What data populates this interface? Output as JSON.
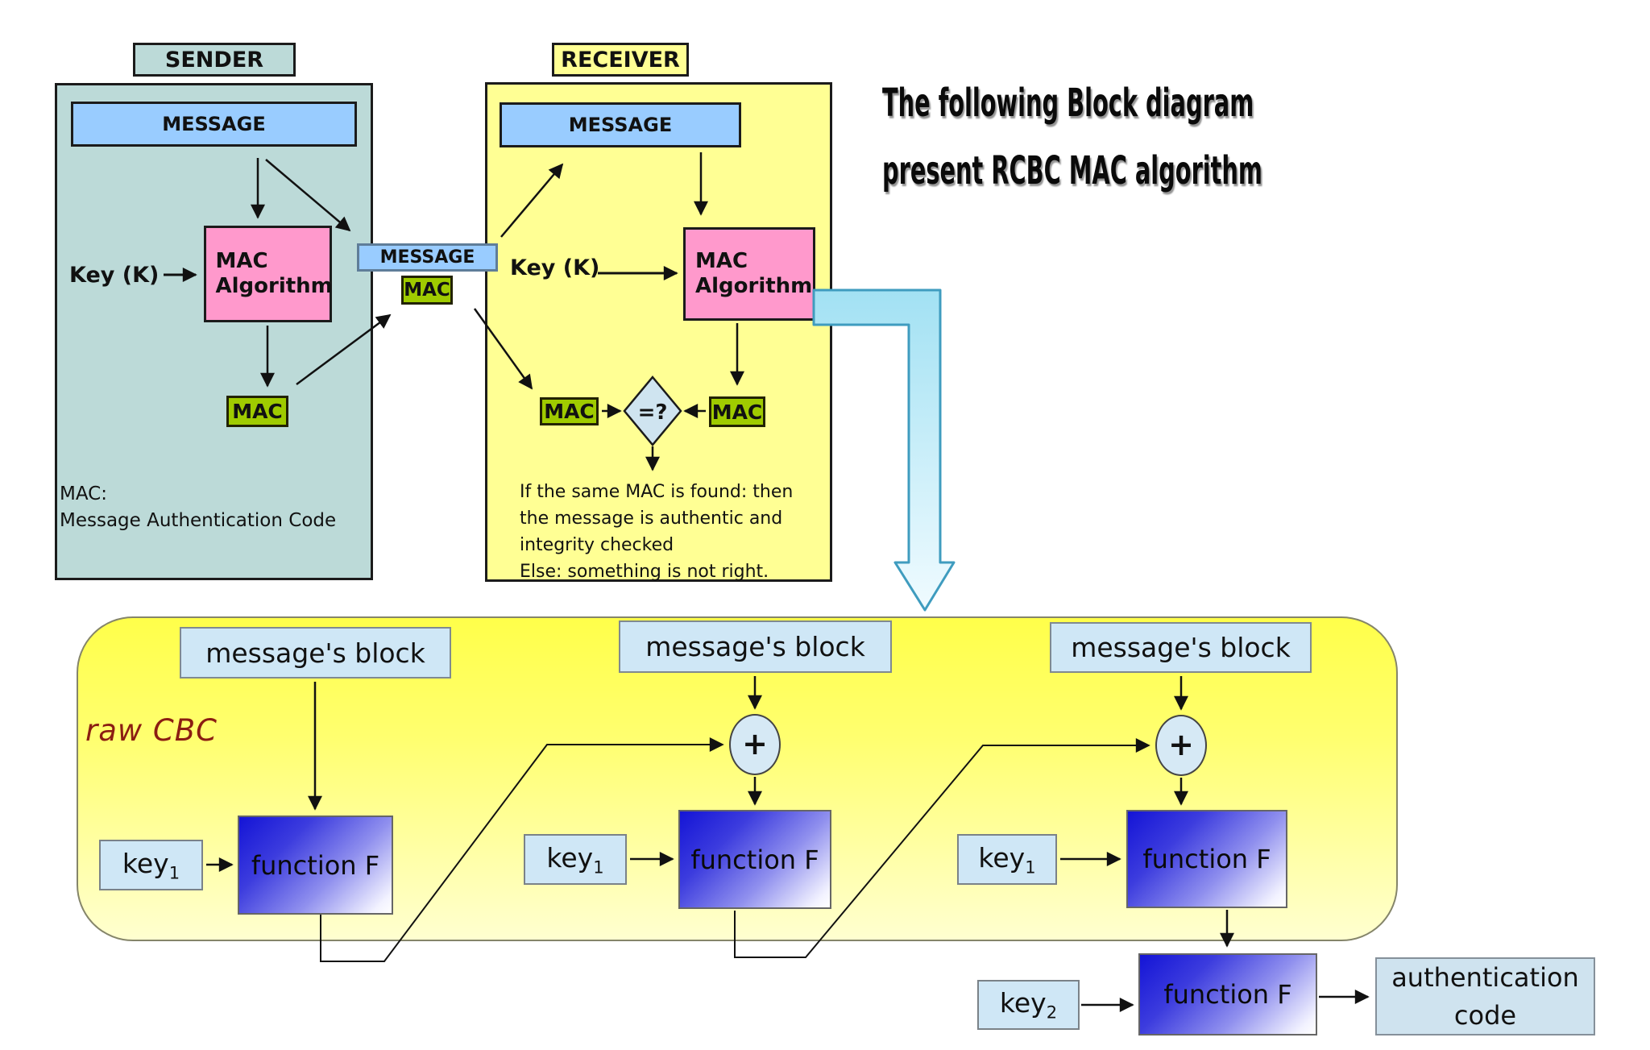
{
  "title": {
    "line1": "The following Block diagram",
    "line2": "present RCBC MAC algorithm"
  },
  "sender": {
    "label": "SENDER",
    "message": "MESSAGE",
    "key_label": "Key (K)",
    "mac_algorithm": "MAC Algorithm",
    "mac": "MAC",
    "note_line1": "MAC:",
    "note_line2": "Message Authentication Code"
  },
  "channel": {
    "message": "MESSAGE",
    "mac": "MAC"
  },
  "receiver": {
    "label": "RECEIVER",
    "message": "MESSAGE",
    "key_label": "Key (K)",
    "mac_algorithm": "MAC Algorithm",
    "mac_received": "MAC",
    "mac_computed": "MAC",
    "compare": "=?",
    "result_lines": [
      "If the same MAC is found: then",
      "the message is authentic and",
      "integrity checked",
      "Else: something is not right."
    ]
  },
  "cbc": {
    "label": "raw CBC",
    "block1": "message's block",
    "block2": "message's block",
    "block3": "message's block",
    "xor": "+",
    "key_base": "key",
    "key1_sub": "1",
    "key2_sub": "1",
    "key3_sub": "1",
    "key4_sub": "2",
    "function1": "function F",
    "function2": "function F",
    "function3": "function F",
    "function4": "function F",
    "auth_line1": "authentication",
    "auth_line2": "code"
  },
  "colors": {
    "sender_fill": "#bcdad8",
    "receiver_fill": "#ffff94",
    "message_fill": "#99ccff",
    "mac_algorithm_fill": "#ff99cc",
    "mac_fill": "#9fcb00",
    "diamond_fill": "#cfe4f0",
    "cbc_gradient_top": "#ffff4a",
    "cbc_gradient_bottom": "#ffffd0",
    "block_fill": "#cfe7f6",
    "auth_fill": "#cfe3ef",
    "function_blue": "#1414d6",
    "cyan_arrow_stroke": "#3f9cbf",
    "raw_cbc_label_color": "#8b1d12"
  }
}
